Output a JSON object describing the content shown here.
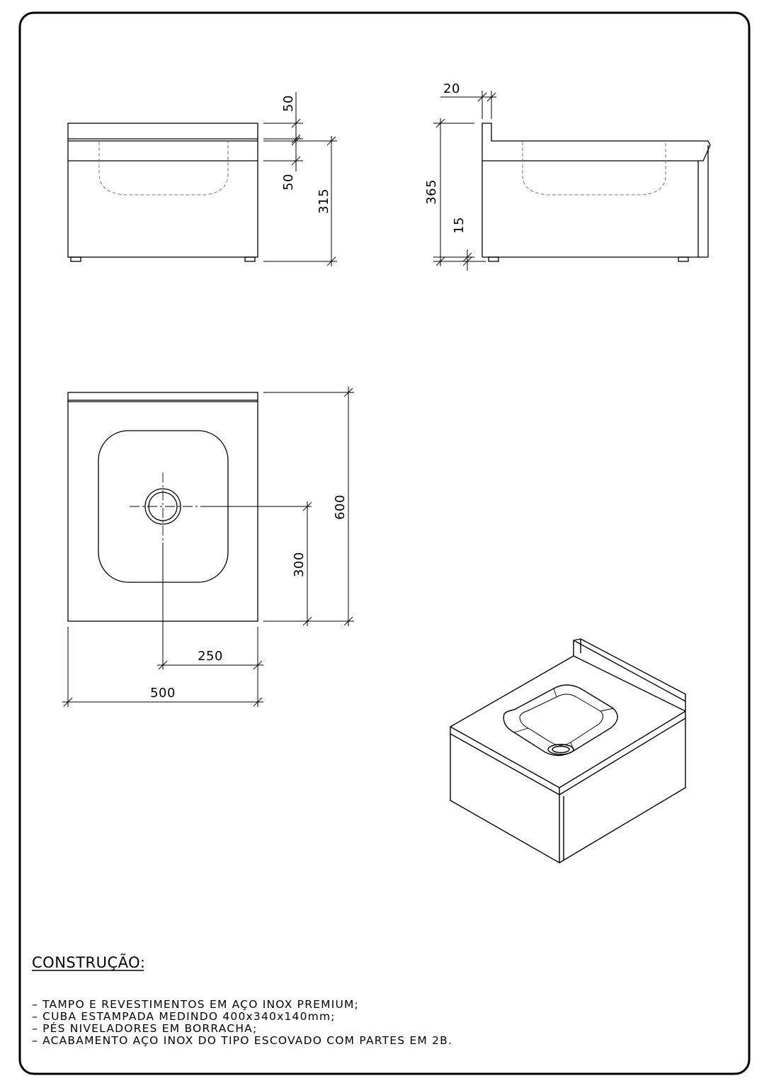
{
  "dimensions": {
    "front_top_band": "50",
    "front_lower_band": "50",
    "front_height": "315",
    "side_backsplash_thickness": "20",
    "side_total_height": "365",
    "side_foot_height": "15",
    "plan_depth": "600",
    "plan_drain_offset_depth": "300",
    "plan_drain_offset_width": "250",
    "plan_width": "500"
  },
  "construction": {
    "heading": "CONSTRUÇÃO:",
    "items": [
      "–  TAMPO E REVESTIMENTOS EM AÇO INOX PREMIUM;",
      "–  CUBA ESTAMPADA MEDINDO 400x340x140mm;",
      "–  PÉS NIVELADORES EM BORRACHA;",
      "–  ACABAMENTO AÇO INOX DO TIPO ESCOVADO COM PARTES EM 2B."
    ]
  }
}
